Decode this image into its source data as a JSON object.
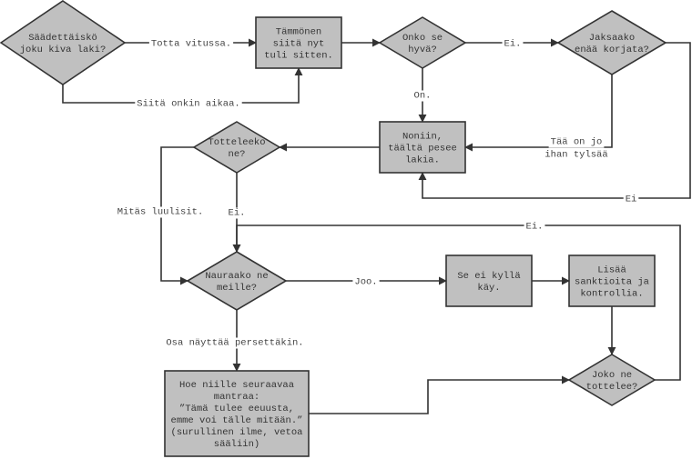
{
  "diagram": {
    "type": "flowchart",
    "colors": {
      "node_fill": "#c0c0c0",
      "stroke": "#333333",
      "text": "#333333",
      "background": "#ffffff"
    },
    "nodes": [
      {
        "id": "n1",
        "shape": "diamond",
        "lines": [
          "Säädettäiskö",
          "joku kiva laki?"
        ]
      },
      {
        "id": "n2",
        "shape": "rect",
        "lines": [
          "Tämmönen",
          "siitä nyt",
          "tuli sitten."
        ]
      },
      {
        "id": "n3",
        "shape": "diamond",
        "lines": [
          "Onko se",
          "hyvä?"
        ]
      },
      {
        "id": "n4",
        "shape": "diamond",
        "lines": [
          "Jaksaako",
          "enää korjata?"
        ]
      },
      {
        "id": "n5",
        "shape": "rect",
        "lines": [
          "Noniin,",
          "täältä pesee",
          "lakia."
        ]
      },
      {
        "id": "n6",
        "shape": "diamond",
        "lines": [
          "Totteleeko",
          "ne?"
        ]
      },
      {
        "id": "n7",
        "shape": "diamond",
        "lines": [
          "Nauraako ne",
          "meille?"
        ]
      },
      {
        "id": "n8",
        "shape": "rect",
        "lines": [
          "Se ei kyllä",
          "käy."
        ]
      },
      {
        "id": "n9",
        "shape": "rect",
        "lines": [
          "Lisää",
          "sanktioita ja",
          "kontrollia."
        ]
      },
      {
        "id": "n10",
        "shape": "diamond",
        "lines": [
          "Joko ne",
          "tottelee?"
        ]
      },
      {
        "id": "n11",
        "shape": "rect",
        "lines": [
          "Hoe niille seuraavaa",
          "mantraa:",
          "”Tämä tulee eeuusta,",
          "emme voi tälle mitään.”",
          "(surullinen ilme, vetoa",
          "sääliin)"
        ]
      }
    ],
    "edges": [
      {
        "id": "e1",
        "from": "n1",
        "to": "n2",
        "label": [
          "Totta vitussa."
        ]
      },
      {
        "id": "e2",
        "from": "n1",
        "to": "n2",
        "label": [
          "Siitä onkin aikaa."
        ]
      },
      {
        "id": "e3",
        "from": "n2",
        "to": "n3",
        "label": []
      },
      {
        "id": "e4",
        "from": "n3",
        "to": "n4",
        "label": [
          "Ei."
        ]
      },
      {
        "id": "e5",
        "from": "n3",
        "to": "n5",
        "label": [
          "On."
        ]
      },
      {
        "id": "e6",
        "from": "n4",
        "to": "n5",
        "label": [
          "Tää on jo",
          "ihan tylsää"
        ]
      },
      {
        "id": "e7",
        "from": "n4",
        "to": "n5",
        "label": [
          "Ei"
        ]
      },
      {
        "id": "e8",
        "from": "n5",
        "to": "n6",
        "label": []
      },
      {
        "id": "e9",
        "from": "n6",
        "to": "n7",
        "label": [
          "Mitäs luulisit."
        ]
      },
      {
        "id": "e10",
        "from": "n6",
        "to": "n7",
        "label": [
          "Ei."
        ]
      },
      {
        "id": "e11",
        "from": "n7",
        "to": "n8",
        "label": [
          "Joo."
        ]
      },
      {
        "id": "e12",
        "from": "n7",
        "to": "n11",
        "label": [
          "Osa näyttää persettäkin."
        ]
      },
      {
        "id": "e13",
        "from": "n8",
        "to": "n9",
        "label": []
      },
      {
        "id": "e14",
        "from": "n9",
        "to": "n10",
        "label": []
      },
      {
        "id": "e15",
        "from": "n11",
        "to": "n10",
        "label": []
      },
      {
        "id": "e16",
        "from": "n10",
        "to": "n7",
        "label": [
          "Ei."
        ]
      }
    ]
  }
}
